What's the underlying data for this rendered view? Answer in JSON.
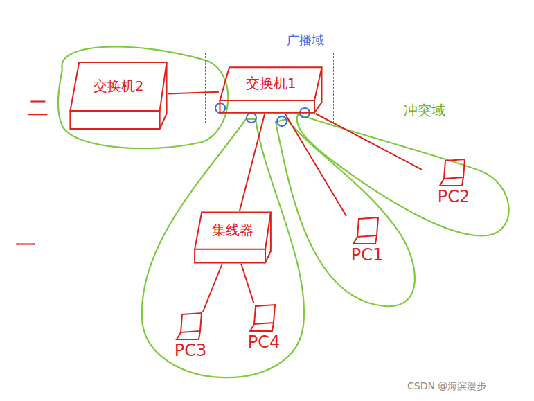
{
  "diagram": {
    "nodes": [
      {
        "text": [
          "交换机2"
        ]
      },
      {
        "text": [
          "广播域"
        ]
      },
      {
        "text": [
          "交换机1"
        ],
        "in": 1
      },
      {
        "text": [
          "集线器"
        ]
      },
      {
        "text": [
          "PC1"
        ]
      },
      {
        "text": [
          "PC2"
        ]
      },
      {
        "text": [
          "PC3"
        ]
      },
      {
        "text": [
          "PC4"
        ]
      }
    ],
    "edges": [
      {
        "from": 0,
        "to": 2,
        "arrow": "none"
      },
      {
        "from": 2,
        "to": 3,
        "arrow": "none"
      },
      {
        "from": 2,
        "to": 4,
        "arrow": "none"
      },
      {
        "from": 2,
        "to": 5,
        "arrow": "none"
      },
      {
        "from": 3,
        "to": 6,
        "arrow": "none"
      },
      {
        "from": 3,
        "to": 7,
        "arrow": "none"
      }
    ],
    "labels": [
      "冲突域",
      "二",
      "一",
      "CSDN @海滨漫步"
    ]
  }
}
